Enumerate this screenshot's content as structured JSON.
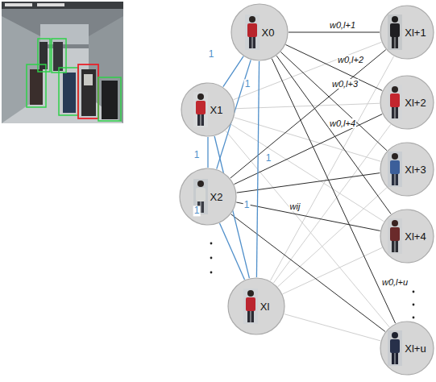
{
  "diagram": {
    "nodes": [
      {
        "text": [
          "X0"
        ]
      },
      {
        "text": [
          "X1"
        ]
      },
      {
        "text": [
          "X2"
        ]
      },
      {
        "text": [
          "Xl"
        ]
      },
      {
        "text": [
          "Xl+1"
        ]
      },
      {
        "text": [
          "Xl+2"
        ]
      },
      {
        "text": [
          "Xl+3"
        ]
      },
      {
        "text": [
          "Xl+4"
        ]
      },
      {
        "text": [
          "Xl+u"
        ]
      }
    ],
    "edges": [
      {
        "from": 0,
        "to": 1,
        "arrow": "none",
        "label": "1"
      },
      {
        "from": 0,
        "to": 2,
        "arrow": "none",
        "label": "1"
      },
      {
        "from": 0,
        "to": 3,
        "arrow": "none",
        "label": "1"
      },
      {
        "from": 1,
        "to": 2,
        "arrow": "none",
        "label": "1"
      },
      {
        "from": 1,
        "to": 3,
        "arrow": "none",
        "label": "1"
      },
      {
        "from": 2,
        "to": 3,
        "arrow": "none",
        "label": "1"
      },
      {
        "from": 0,
        "to": 4,
        "arrow": "none",
        "label": "w0,l+1"
      },
      {
        "from": 0,
        "to": 5,
        "arrow": "none",
        "label": "w0,l+2"
      },
      {
        "from": 0,
        "to": 6,
        "arrow": "none",
        "label": "w0,l+3"
      },
      {
        "from": 0,
        "to": 7,
        "arrow": "none",
        "label": "w0,l+4"
      },
      {
        "from": 0,
        "to": 8,
        "arrow": "none",
        "label": "w0,l+u"
      },
      {
        "from": 2,
        "to": 4,
        "arrow": "none"
      },
      {
        "from": 2,
        "to": 5,
        "arrow": "none"
      },
      {
        "from": 2,
        "to": 6,
        "arrow": "none"
      },
      {
        "from": 2,
        "to": 7,
        "arrow": "none",
        "label": "wij"
      },
      {
        "from": 2,
        "to": 8,
        "arrow": "none"
      },
      {
        "from": 1,
        "to": 4,
        "arrow": "none"
      },
      {
        "from": 1,
        "to": 5,
        "arrow": "none"
      },
      {
        "from": 1,
        "to": 6,
        "arrow": "none"
      },
      {
        "from": 1,
        "to": 7,
        "arrow": "none"
      },
      {
        "from": 1,
        "to": 8,
        "arrow": "none"
      },
      {
        "from": 3,
        "to": 4,
        "arrow": "none"
      },
      {
        "from": 3,
        "to": 5,
        "arrow": "none"
      },
      {
        "from": 3,
        "to": 6,
        "arrow": "none"
      },
      {
        "from": 3,
        "to": 7,
        "arrow": "none"
      },
      {
        "from": 3,
        "to": 8,
        "arrow": "none"
      }
    ]
  }
}
